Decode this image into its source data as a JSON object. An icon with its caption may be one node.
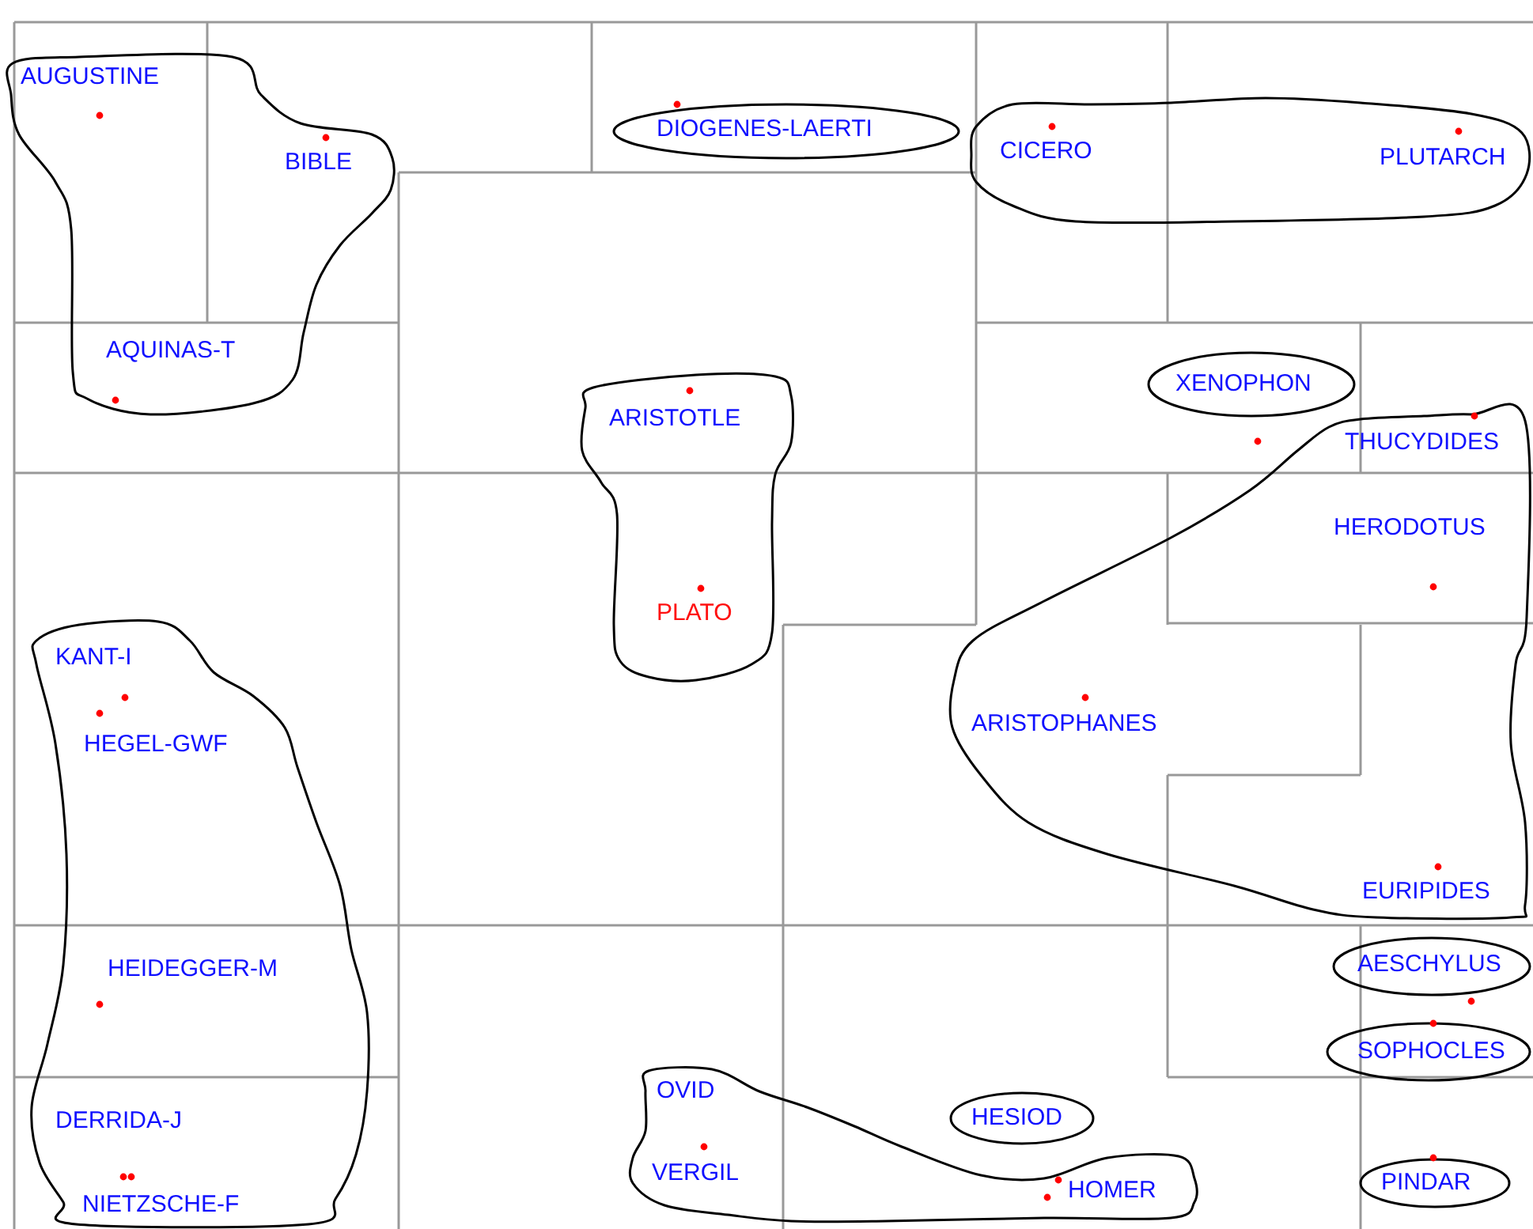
{
  "diagram": {
    "nodes": [
      {
        "text": [
          "AUGUSTINE",
          "BIBLE",
          "AQUINAS-T"
        ]
      },
      {
        "text": [
          "DIOGENES-LAERTI"
        ]
      },
      {
        "text": [
          "CICERO",
          "PLUTARCH"
        ]
      },
      {
        "text": [
          "ARISTOTLE",
          "PLATO"
        ]
      },
      {
        "text": [
          "XENOPHON"
        ]
      },
      {
        "text": [
          "THUCYDIDES",
          "HERODOTUS",
          "ARISTOPHANES",
          "EURIPIDES"
        ]
      },
      {
        "text": [
          "KANT-I",
          "HEGEL-GWF",
          "HEIDEGGER-M",
          "DERRIDA-J",
          "NIETZSCHE-F"
        ]
      },
      {
        "text": [
          "AESCHYLUS"
        ]
      },
      {
        "text": [
          "SOPHOCLES"
        ]
      },
      {
        "text": [
          "OVID",
          "VERGIL",
          "HOMER"
        ]
      },
      {
        "text": [
          "HESIOD"
        ]
      },
      {
        "text": [
          "PINDAR"
        ]
      }
    ]
  }
}
